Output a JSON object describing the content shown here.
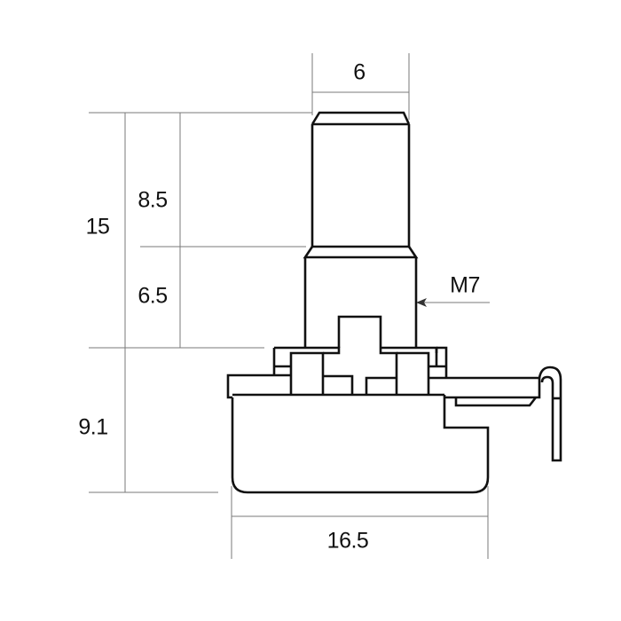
{
  "drawing": {
    "subject": "rotary potentiometer with threaded bushing and shaft",
    "units": "mm",
    "line_color": "#111111",
    "dimension_line_color": "#7a7a7a",
    "background": "#ffffff"
  },
  "dimensions": {
    "shaft_diameter": "6",
    "total_shaft_height": "15",
    "shaft_length": "8.5",
    "bushing_length": "6.5",
    "body_height": "9.1",
    "thread_size": "M7",
    "body_width": "16.5"
  }
}
